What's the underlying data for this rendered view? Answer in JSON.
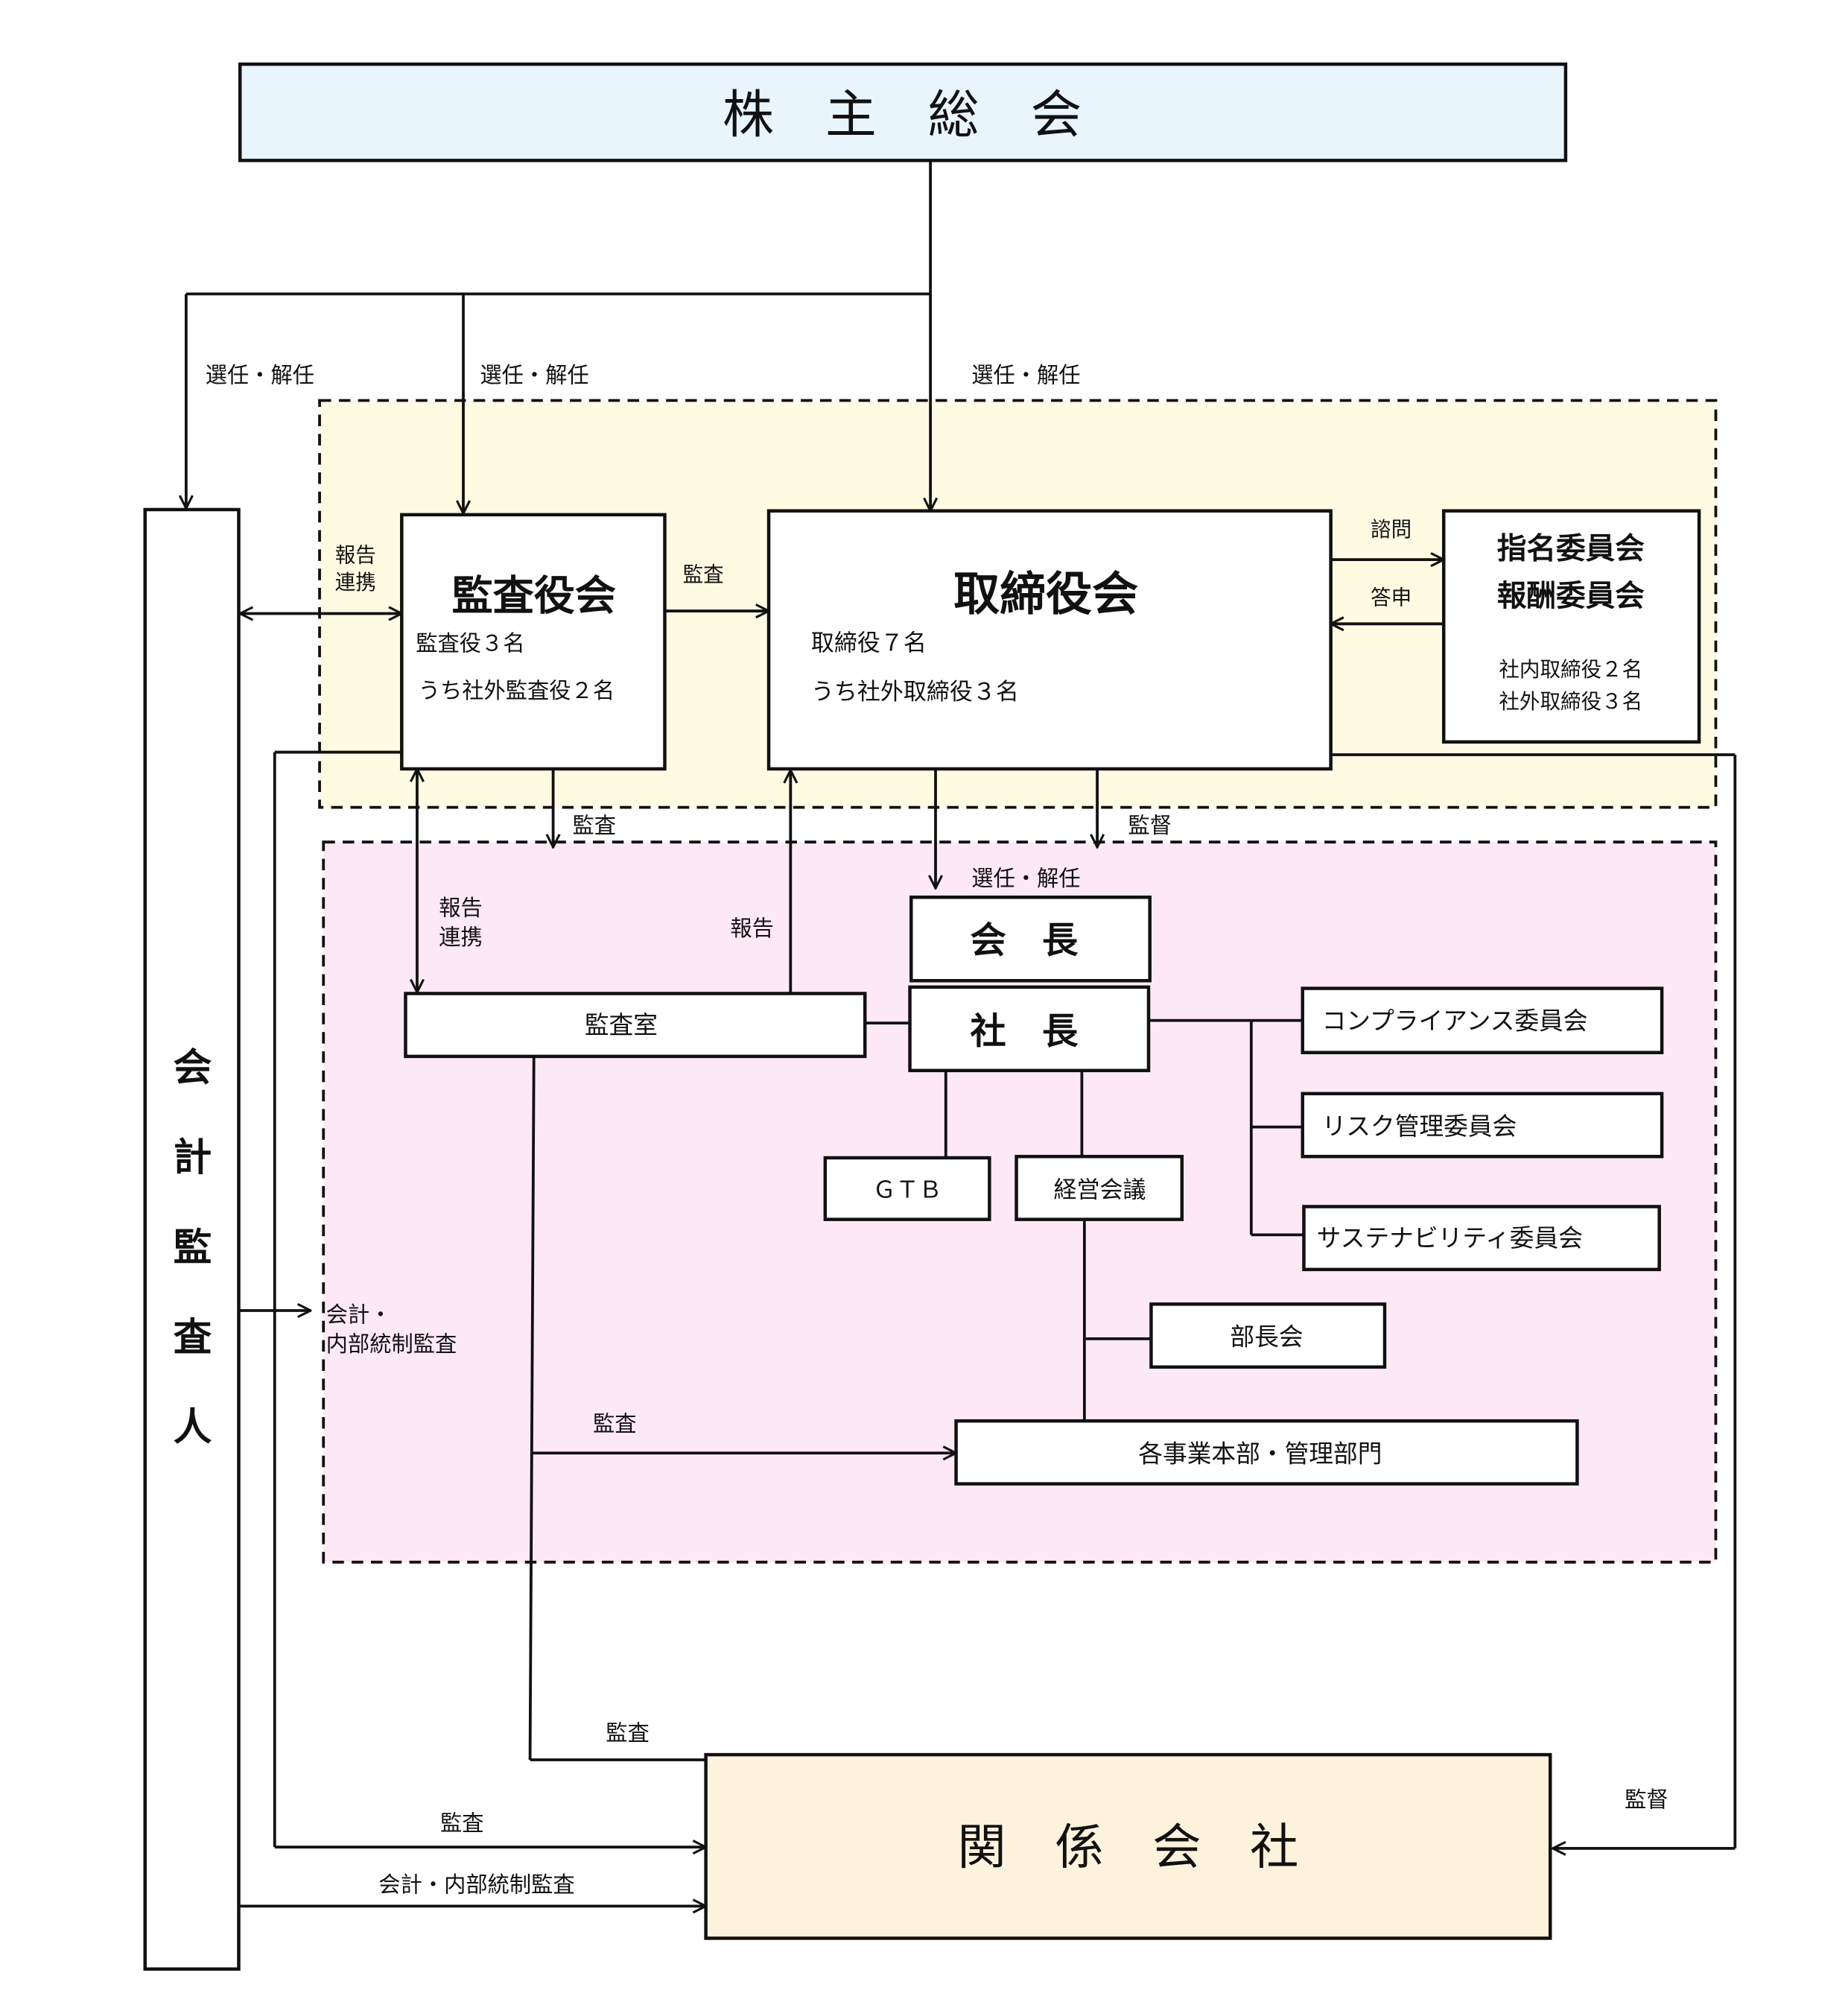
{
  "title": "コーポレート・ガバナンス体制図",
  "colors": {
    "shareholders_fill": "#e8f5fd",
    "board_zone_fill": "#fdfbe1",
    "execution_zone_fill": "#fce9f5",
    "affiliates_fill": "#fdf3dc",
    "line": "#111111"
  },
  "nodes": {
    "shareholders": "株　主　総　会",
    "accounting_auditor": [
      "会",
      "計",
      "監",
      "査",
      "人"
    ],
    "audit_board": {
      "title": "監査役会",
      "line1": "監査役３名",
      "line2": "うち社外監査役２名"
    },
    "board": {
      "title": "取締役会",
      "line1": "取締役７名",
      "line2": "うち社外取締役３名"
    },
    "committees": {
      "title1": "指名委員会",
      "title2": "報酬委員会",
      "line1": "社内取締役２名",
      "line2": "社外取締役３名"
    },
    "chairman": "会　長",
    "president": "社　長",
    "audit_office": "監査室",
    "gtb": "ＧＴＢ",
    "management_meeting": "経営会議",
    "compliance": "コンプライアンス委員会",
    "risk": "リスク管理委員会",
    "sustainability": "サステナビリティ委員会",
    "gm_meeting": "部長会",
    "divisions": "各事業本部・管理部門",
    "affiliates": "関　係　会　社"
  },
  "labels": {
    "elect_auditor_firm": "選任・解任",
    "elect_audit_board": "選任・解任",
    "elect_board": "選任・解任",
    "report_link_top_l1": "報告",
    "report_link_top_l2": "連携",
    "audit_board_to_board": "監査",
    "consult": "諮問",
    "answer": "答申",
    "audit_down": "監査",
    "supervise_down": "監督",
    "elect_chairman": "選任・解任",
    "report_link_mid_l1": "報告",
    "report_link_mid_l2": "連携",
    "report": "報告",
    "acct_internal_l1": "会計・",
    "acct_internal_l2": "内部統制監査",
    "audit_divisions": "監査",
    "audit_affiliates_office": "監査",
    "audit_affiliates_board": "監査",
    "acct_internal_affiliates": "会計・内部統制監査",
    "supervise_affiliates": "監督"
  }
}
